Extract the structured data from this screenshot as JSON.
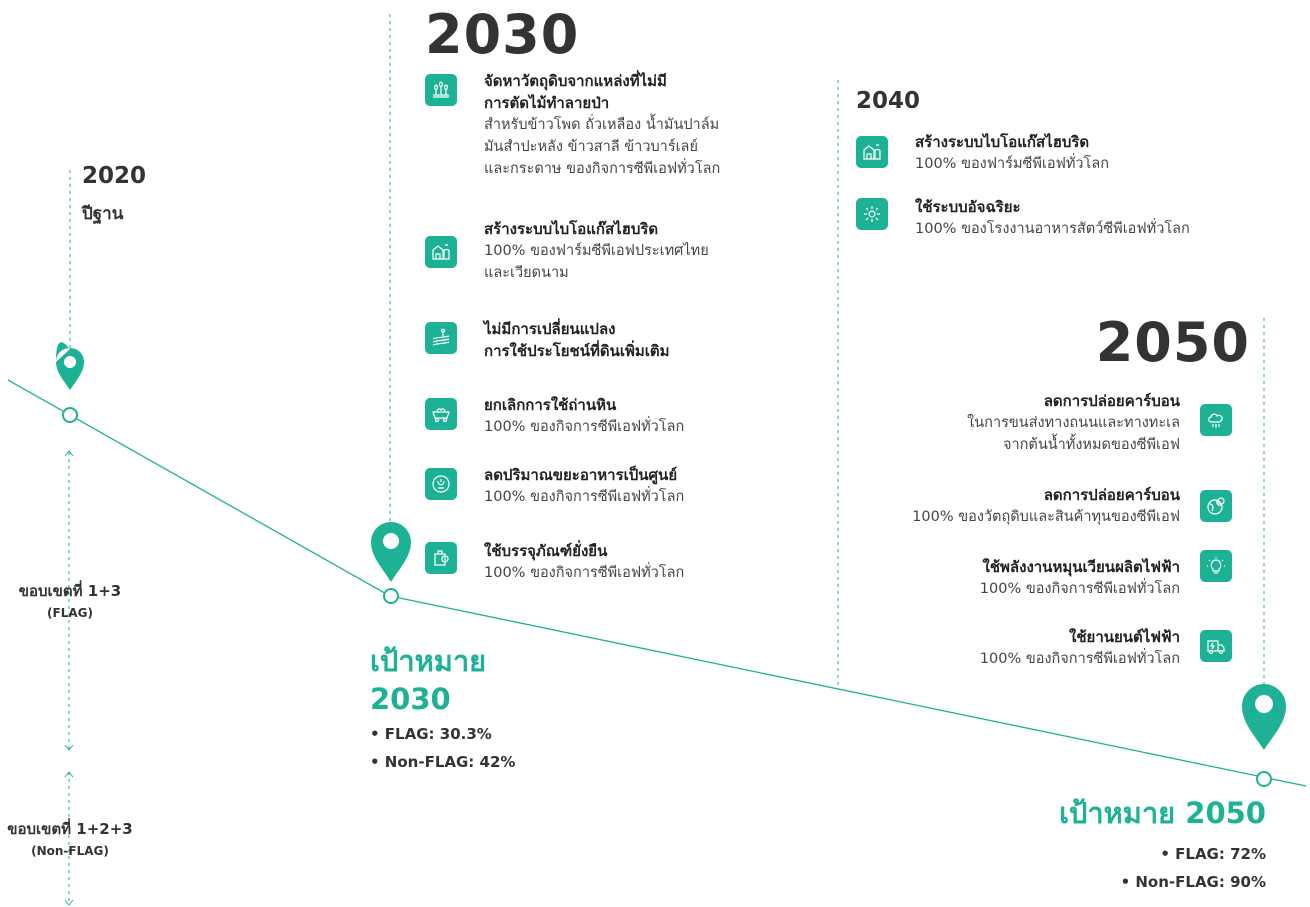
{
  "colors": {
    "accent": "#1db196",
    "text": "#333333"
  },
  "baseline": {
    "year": "2020",
    "label": "ปีฐาน"
  },
  "scopes": {
    "flag": {
      "title": "ขอบเขตที่ 1+3",
      "sub": "(FLAG)"
    },
    "nonflag": {
      "title": "ขอบเขตที่ 1+2+3",
      "sub": "(Non-FLAG)"
    }
  },
  "y2030": {
    "year": "2030",
    "items": [
      {
        "icon": "sprout-icon",
        "title1": "จัดหาวัตถุดิบจากแหล่งที่ไม่มี",
        "title2": "การตัดไม้ทำลายป่า",
        "desc1": "สำหรับข้าวโพด ถั่วเหลือง น้ำมันปาล์ม",
        "desc2": "มันสำปะหลัง ข้าวสาลี ข้าวบาร์เลย์",
        "desc3": "และกระดาษ ของกิจการซีพีเอฟทั่วโลก"
      },
      {
        "icon": "biogas-farm-icon",
        "title1": "สร้างระบบไบโอแก๊สไฮบริด",
        "desc1": "100% ของฟาร์มซีพีเอฟประเทศไทย",
        "desc2": "และเวียดนาม"
      },
      {
        "icon": "land-use-icon",
        "title1": "ไม่มีการเปลี่ยนแปลง",
        "title2": "การใช้ประโยชน์ที่ดินเพิ่มเติม"
      },
      {
        "icon": "coal-cart-icon",
        "title1": "ยกเลิกการใช้ถ่านหิน",
        "desc1": "100% ของกิจการซีพีเอฟทั่วโลก"
      },
      {
        "icon": "food-waste-icon",
        "title1": "ลดปริมาณขยะอาหารเป็นศูนย์",
        "desc1": "100% ของกิจการซีพีเอฟทั่วโลก"
      },
      {
        "icon": "eco-package-icon",
        "title1": "ใช้บรรจุภัณฑ์ยั่งยืน",
        "desc1": "100% ของกิจการซีพีเอฟทั่วโลก"
      }
    ]
  },
  "y2040": {
    "year": "2040",
    "items": [
      {
        "icon": "biogas-farm-icon",
        "title1": "สร้างระบบไบโอแก๊สไฮบริด",
        "desc1": "100% ของฟาร์มซีพีเอฟทั่วโลก"
      },
      {
        "icon": "smart-system-icon",
        "title1": "ใช้ระบบอัจฉริยะ",
        "desc1": "100% ของโรงงานอาหารสัตว์ซีพีเอฟทั่วโลก"
      }
    ]
  },
  "y2050": {
    "year": "2050",
    "items": [
      {
        "icon": "cloud-co2-icon",
        "title1": "ลดการปล่อยคาร์บอน",
        "desc1": "ในการขนส่งทางถนนและทางทะเล",
        "desc2": "จากต้นน้ำทั้งหมดของซีพีเอฟ"
      },
      {
        "icon": "globe-co2-icon",
        "title1": "ลดการปล่อยคาร์บอน",
        "desc1": "100% ของวัตถุดิบและสินค้าทุนของซีพีเอฟ"
      },
      {
        "icon": "bulb-icon",
        "title1": "ใช้พลังงานหมุนเวียนผลิตไฟฟ้า",
        "desc1": "100% ของกิจการซีพีเอฟทั่วโลก"
      },
      {
        "icon": "ev-truck-icon",
        "title1": "ใช้ยานยนต์ไฟฟ้า",
        "desc1": "100% ของกิจการซีพีเอฟทั่วโลก"
      }
    ]
  },
  "target2030": {
    "title1": "เป้าหมาย",
    "title2": "2030",
    "b1": "• FLAG: 30.3%",
    "b2": "• Non-FLAG: 42%"
  },
  "target2050": {
    "title": "เป้าหมาย 2050",
    "b1": "• FLAG: 72%",
    "b2": "• Non-FLAG: 90%"
  }
}
